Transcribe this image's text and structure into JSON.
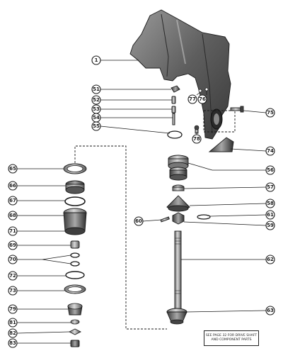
{
  "note": {
    "line1": "SEE PAGE 32 FOR DRIVE SHAFT",
    "line2": "AND COMPONENT PARTS"
  },
  "callouts": {
    "c1": "1",
    "c51": "51",
    "c52": "52",
    "c53": "53",
    "c54": "54",
    "c55": "55",
    "c77": "77",
    "c76": "76",
    "c75": "75",
    "c78": "78",
    "c74": "74",
    "c65": "65",
    "c66": "66",
    "c67": "67",
    "c68": "68",
    "c71": "71",
    "c69": "69",
    "c70": "70",
    "c72": "72",
    "c73": "73",
    "c79": "79",
    "c81": "81",
    "c82": "82",
    "c83": "83",
    "c56": "56",
    "c57": "57",
    "c58": "58",
    "c60": "60",
    "c61": "61",
    "c59": "59",
    "c62": "62",
    "c63": "63"
  }
}
